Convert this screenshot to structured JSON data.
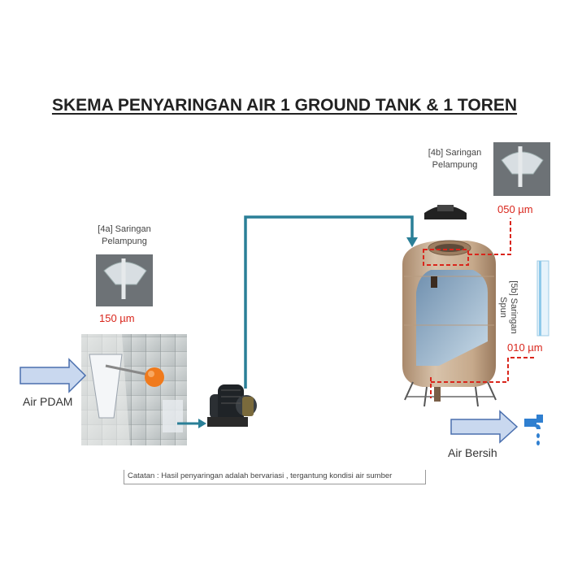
{
  "title": "SKEMA PENYARINGAN AIR 1 GROUND TANK & 1 TOREN",
  "filter_4a": {
    "label_line1": "[4a] Saringan",
    "label_line2": "Pelampung",
    "micron": "150 µm"
  },
  "filter_4b": {
    "label_line1": "[4b] Saringan",
    "label_line2": "Pelampung",
    "micron": "050 µm"
  },
  "filter_5b": {
    "label_line1": "[5b] Saringan",
    "label_line2": "Spun",
    "micron": "010 µm"
  },
  "inlet_label": "Air PDAM",
  "outlet_label": "Air Bersih",
  "note": "Catatan : Hasil penyaringan adalah bervariasi , tergantung kondisi air sumber",
  "colors": {
    "pipe": "#2a7f97",
    "arrow_fill": "#c9d8ef",
    "arrow_stroke": "#4a6fae",
    "dashed": "#d9261c",
    "micron_text": "#d9261c"
  }
}
